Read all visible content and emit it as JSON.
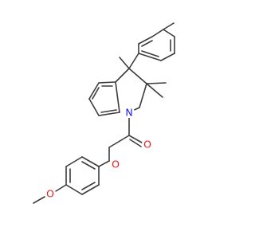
{
  "molecule": {
    "atoms": {
      "n1": "N",
      "o_carbonyl": "O",
      "o_ether": "O",
      "o_methoxy": "O"
    }
  },
  "colors": {
    "bond": "#3c3c3c",
    "nitrogen": "#1a1ae6",
    "oxygen": "#e61a1a",
    "background": "#ffffff"
  }
}
